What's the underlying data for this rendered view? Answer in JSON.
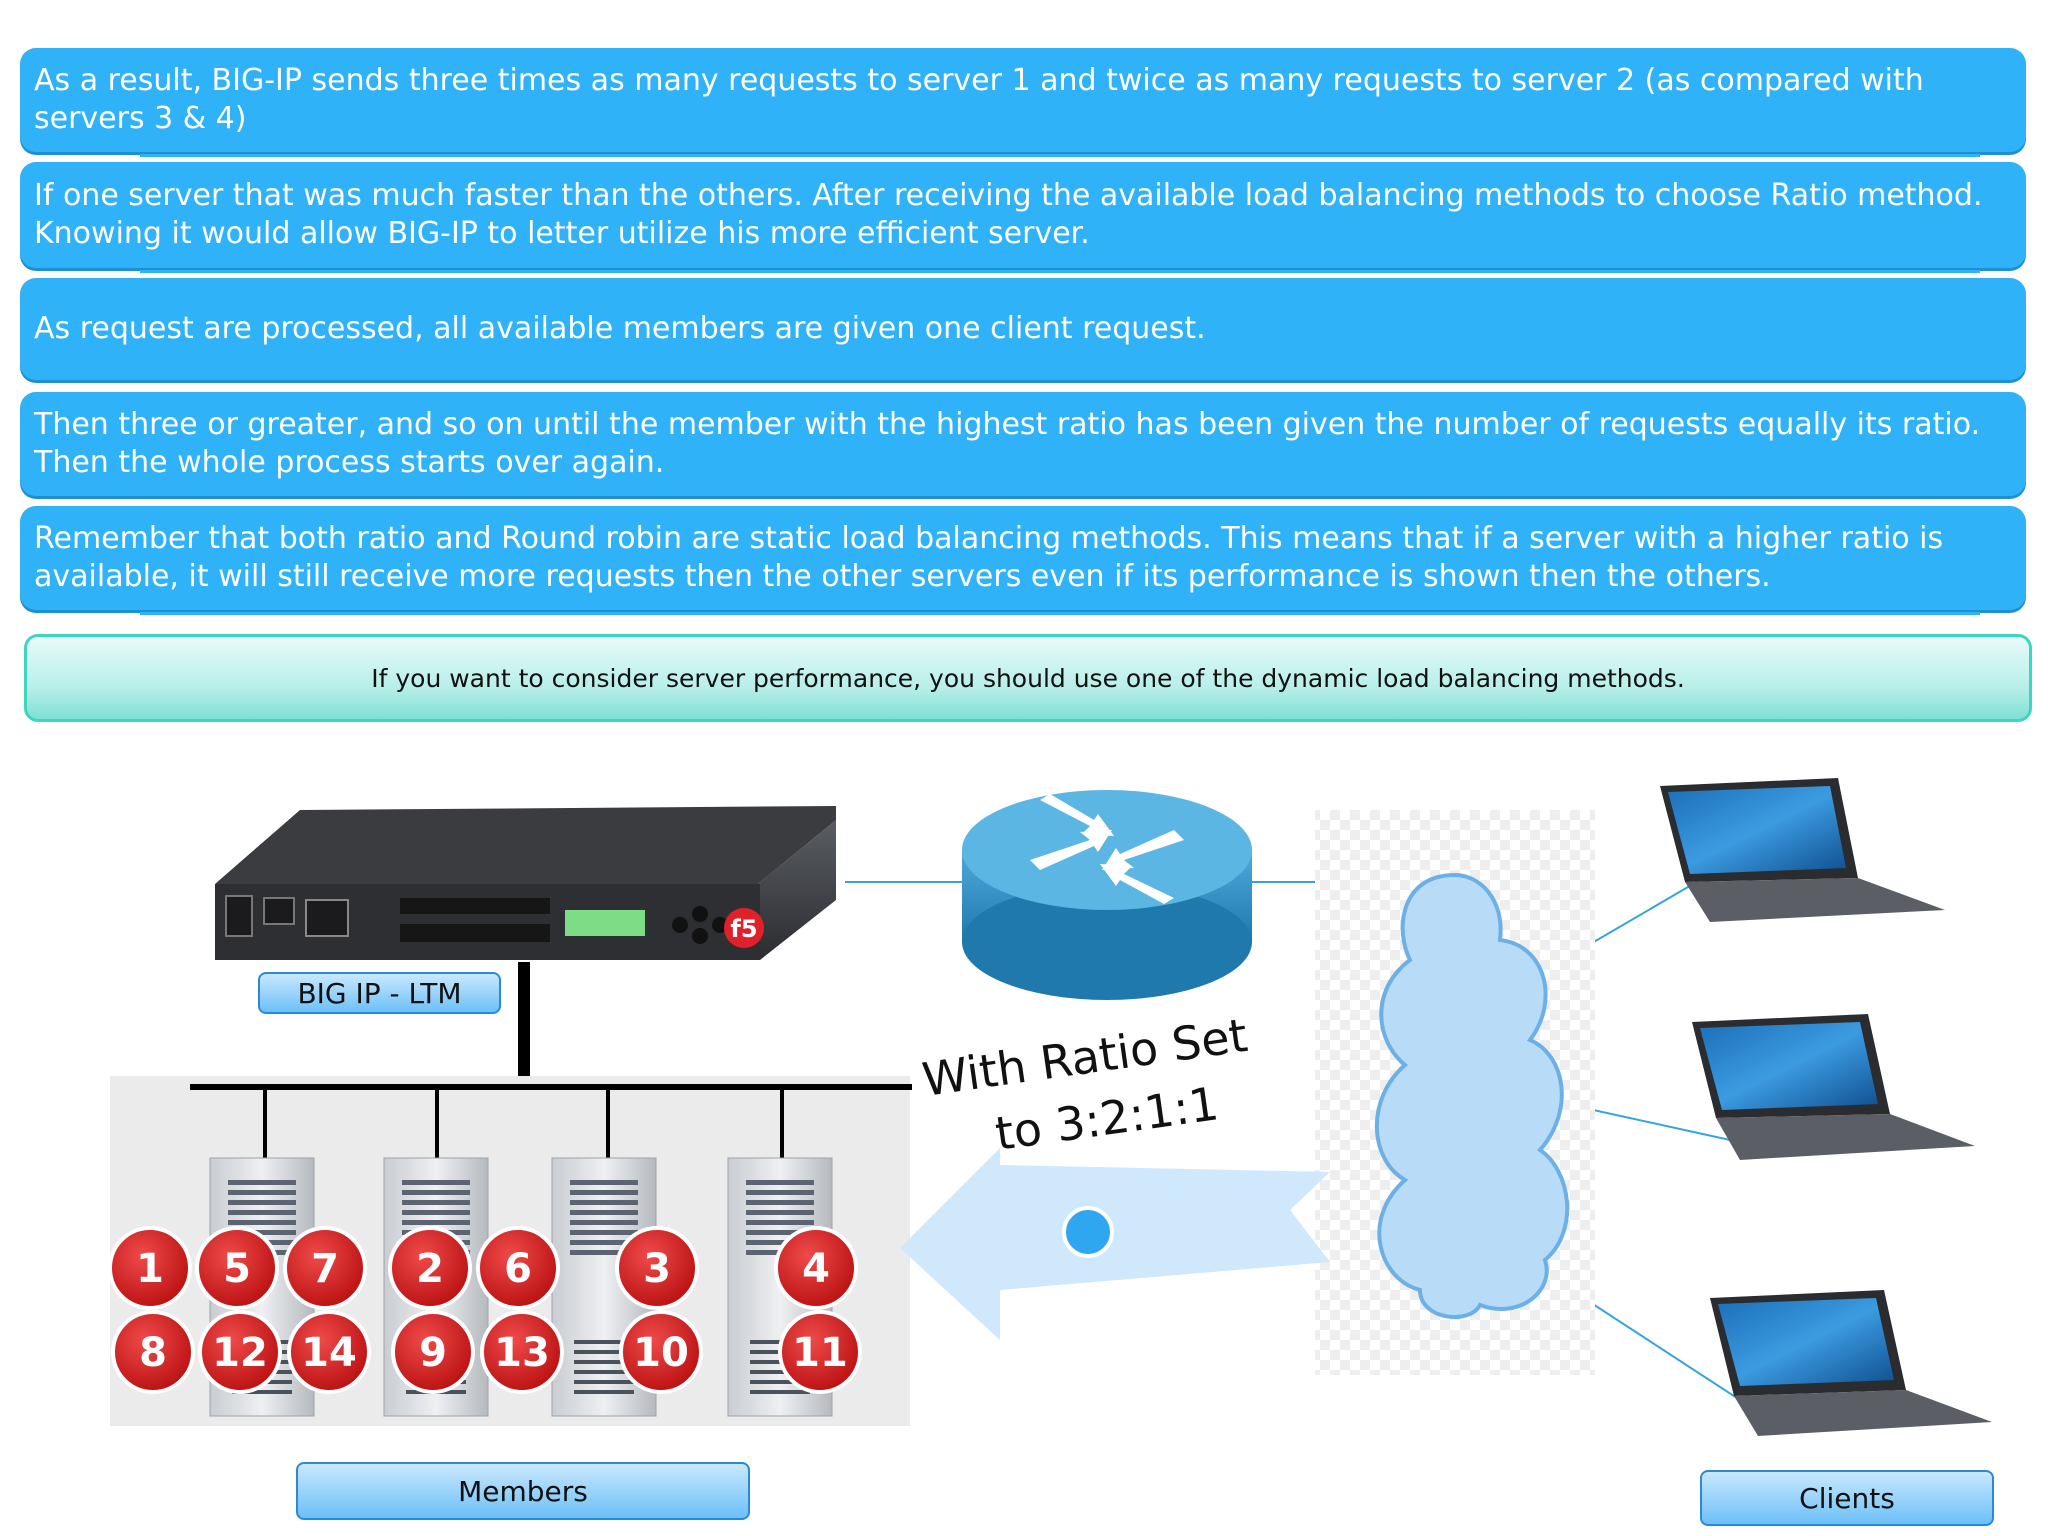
{
  "banners": [
    "As a result, BIG-IP sends three times as many requests to server 1 and twice as many requests to server 2 (as compared with servers 3 & 4)",
    "If one server that was much faster than the others. After receiving the available load balancing methods to choose Ratio method. Knowing it would allow BIG-IP to letter utilize his more efficient server.",
    "As request are processed, all available members are given one client request.",
    "Then three or greater, and so on until the member with the highest ratio has been given the number of requests equally its ratio. Then the whole process starts over again.",
    "Remember that both ratio and Round robin are static load balancing methods. This means that if a server with a higher ratio is available, it will still receive more requests then the other servers even if its performance is shown then the others."
  ],
  "tip": "If you want to consider server performance, you should use one of the dynamic load balancing methods.",
  "labels": {
    "ltm": "BIG IP - LTM",
    "members": "Members",
    "clients": "Clients"
  },
  "arrow_caption": {
    "line1": "With Ratio Set",
    "line2": "to 3:2:1:1"
  },
  "device_logo": "f5",
  "servers": [
    {
      "requests": [
        "1",
        "5",
        "7",
        "8",
        "12",
        "14"
      ]
    },
    {
      "requests": [
        "2",
        "6",
        "9",
        "13"
      ]
    },
    {
      "requests": [
        "3",
        "10"
      ]
    },
    {
      "requests": [
        "4",
        "11"
      ]
    }
  ],
  "colors": {
    "banner": "#2fb2f7",
    "tip_border": "#3fd6c0",
    "badge": "#d61f1f",
    "arrow": "#cfe8fb",
    "cloud": "#b8dcf8"
  }
}
